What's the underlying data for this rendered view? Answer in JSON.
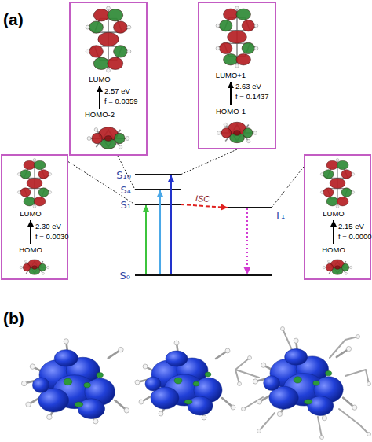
{
  "diagram": {
    "nodes": [
      {
        "text": [
          "LUMO",
          "2.57 eV",
          "f = 0.0359",
          "HOMO-2"
        ]
      },
      {
        "text": [
          "LUMO+1",
          "2.63 eV",
          "f = 0.1437",
          "HOMO-1"
        ]
      },
      {
        "text": [
          "LUMO",
          "2.30 eV",
          "f = 0.0030",
          "HOMO"
        ]
      },
      {
        "text": [
          "LUMO",
          "2.15 eV",
          "f = 0.0000",
          "HOMO"
        ]
      },
      {
        "text": [
          "S₁₀"
        ]
      },
      {
        "text": [
          "S₄"
        ]
      },
      {
        "text": [
          "S₁"
        ]
      },
      {
        "text": [
          "T₁"
        ]
      },
      {
        "text": [
          "S₀"
        ]
      }
    ],
    "edges": [
      {
        "from": 0,
        "to": 5,
        "arrow": "none"
      },
      {
        "from": 1,
        "to": 4,
        "arrow": "none"
      },
      {
        "from": 2,
        "to": 6,
        "arrow": "none"
      },
      {
        "from": 3,
        "to": 7,
        "arrow": "none"
      },
      {
        "from": 8,
        "to": 6,
        "arrow": "to"
      },
      {
        "from": 8,
        "to": 5,
        "arrow": "to"
      },
      {
        "from": 8,
        "to": 4,
        "arrow": "to"
      },
      {
        "from": 6,
        "to": 7,
        "arrow": "to",
        "label": "ISC"
      },
      {
        "from": 7,
        "to": 8,
        "arrow": "to"
      }
    ],
    "labels": [
      "(a)",
      "(b)"
    ]
  }
}
